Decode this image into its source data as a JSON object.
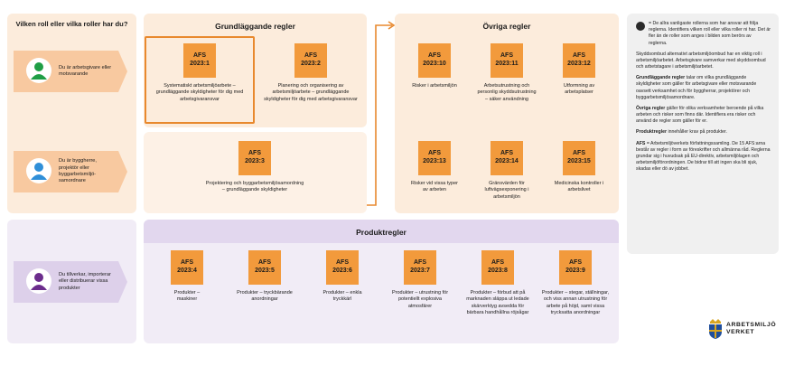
{
  "roles_panel": {
    "title": "Vilken roll eller vilka roller har du?",
    "roles": [
      {
        "label": "Du är arbetsgivare eller motsvarande",
        "icon": "person-green-icon",
        "color": "#1f9e45"
      },
      {
        "label": "Du är byggherre, projektör eller byggarbetsmiljö-samordnare",
        "icon": "person-blue-icon",
        "color": "#2f8fd8"
      },
      {
        "label": "Du tillverkar, importerar eller distribuerar vissa produkter",
        "icon": "person-purple-icon",
        "color": "#6b2c8c"
      }
    ]
  },
  "grundlaggande": {
    "title": "Grundläggande regler",
    "items": [
      {
        "code_prefix": "AFS",
        "code_number": "2023:1",
        "desc": "Systematiskt arbetsmiljöarbete – grundläggande skyldigheter för dig med arbetsgivaransvar"
      },
      {
        "code_prefix": "AFS",
        "code_number": "2023:2",
        "desc": "Planering och organisering av arbetsmiljöarbete – grundläggande skyldigheter för dig med arbetsgivaransvar"
      },
      {
        "code_prefix": "AFS",
        "code_number": "2023:3",
        "desc": "Projektering och byggarbetsmiljösamordning – grundläggande skyldigheter"
      }
    ]
  },
  "ovriga": {
    "title": "Övriga regler",
    "items": [
      {
        "code_prefix": "AFS",
        "code_number": "2023:10",
        "desc": "Risker i arbetsmiljön"
      },
      {
        "code_prefix": "AFS",
        "code_number": "2023:11",
        "desc": "Arbetsutrustning och personlig skyddsutrustning – säker användning"
      },
      {
        "code_prefix": "AFS",
        "code_number": "2023:12",
        "desc": "Utformning av arbetsplatser"
      },
      {
        "code_prefix": "AFS",
        "code_number": "2023:13",
        "desc": "Risker vid vissa typer av arbeten"
      },
      {
        "code_prefix": "AFS",
        "code_number": "2023:14",
        "desc": "Gränsvärden för luftvägsexponering i arbetsmiljön"
      },
      {
        "code_prefix": "AFS",
        "code_number": "2023:15",
        "desc": "Medicinska kontroller i arbetslivet"
      }
    ]
  },
  "produktregler": {
    "title": "Produktregler",
    "items": [
      {
        "code_prefix": "AFS",
        "code_number": "2023:4",
        "desc": "Produkter – maskiner"
      },
      {
        "code_prefix": "AFS",
        "code_number": "2023:5",
        "desc": "Produkter – tryckbärande anordningar"
      },
      {
        "code_prefix": "AFS",
        "code_number": "2023:6",
        "desc": "Produkter – enkla tryckkärl"
      },
      {
        "code_prefix": "AFS",
        "code_number": "2023:7",
        "desc": "Produkter – utrustning för potentiellt explosiva atmosfärer"
      },
      {
        "code_prefix": "AFS",
        "code_number": "2023:8",
        "desc": "Produkter – förbud att på marknaden släppa ut ledade skärverktyg avsedda för bärbara handhållna röjsågar"
      },
      {
        "code_prefix": "AFS",
        "code_number": "2023:9",
        "desc": "Produkter – stegar, ställningar, och viss annan utrustning för arbete på höjd, samt vissa trycksatta anordningar"
      }
    ]
  },
  "sidebar": {
    "intro": "= De allra vanligaste rollerna som har ansvar att följa reglerna. Identifiera vilken roll eller vilka roller ni har. Det är fler än de roller som anges i bilden som berörs av reglerna.",
    "p2": "Skyddsombud alternativt arbetsmiljöombud har en viktig roll i arbetsmiljöarbetet. Arbetsgivare samverkar med skyddsombud och arbetstagare i arbetsmiljöarbetet.",
    "p3_bold": "Grundläggande regler",
    "p3_rest": " talar om vilka grundläggande skyldigheter som gäller för arbetsgivare eller motsvarande oavsett verksamhet och för byggherrar, projektörer och byggarbetsmiljösamordnare.",
    "p4_bold": "Övriga regler",
    "p4_rest": " gäller för olika verksamheter beroende på vilka arbeten och risker som finns där. Identifiera era risker och använd de regler som gäller för er.",
    "p5_bold": "Produktregler",
    "p5_rest": " innehåller krav på produkter.",
    "p6_bold": "AFS",
    "p6_rest": " = Arbetsmiljöverkets författningssamling. De 15 AFS:arna består av regler i form av föreskrifter och allmänna råd. Reglerna grundar sig i huvudsak på EU-direktiv, arbetsmiljölagen och arbetsmiljöförordningen. De bidrar till att ingen ska bli sjuk, skadas eller dö av jobbet."
  },
  "logo": {
    "line1": "ARBETSMILJÖ",
    "line2": "VERKET"
  },
  "colors": {
    "afs_box": "#f29a3c",
    "accent_orange": "#e8892e",
    "peach_panel": "#fcecdc",
    "lilac_panel": "#f1ecf6"
  }
}
